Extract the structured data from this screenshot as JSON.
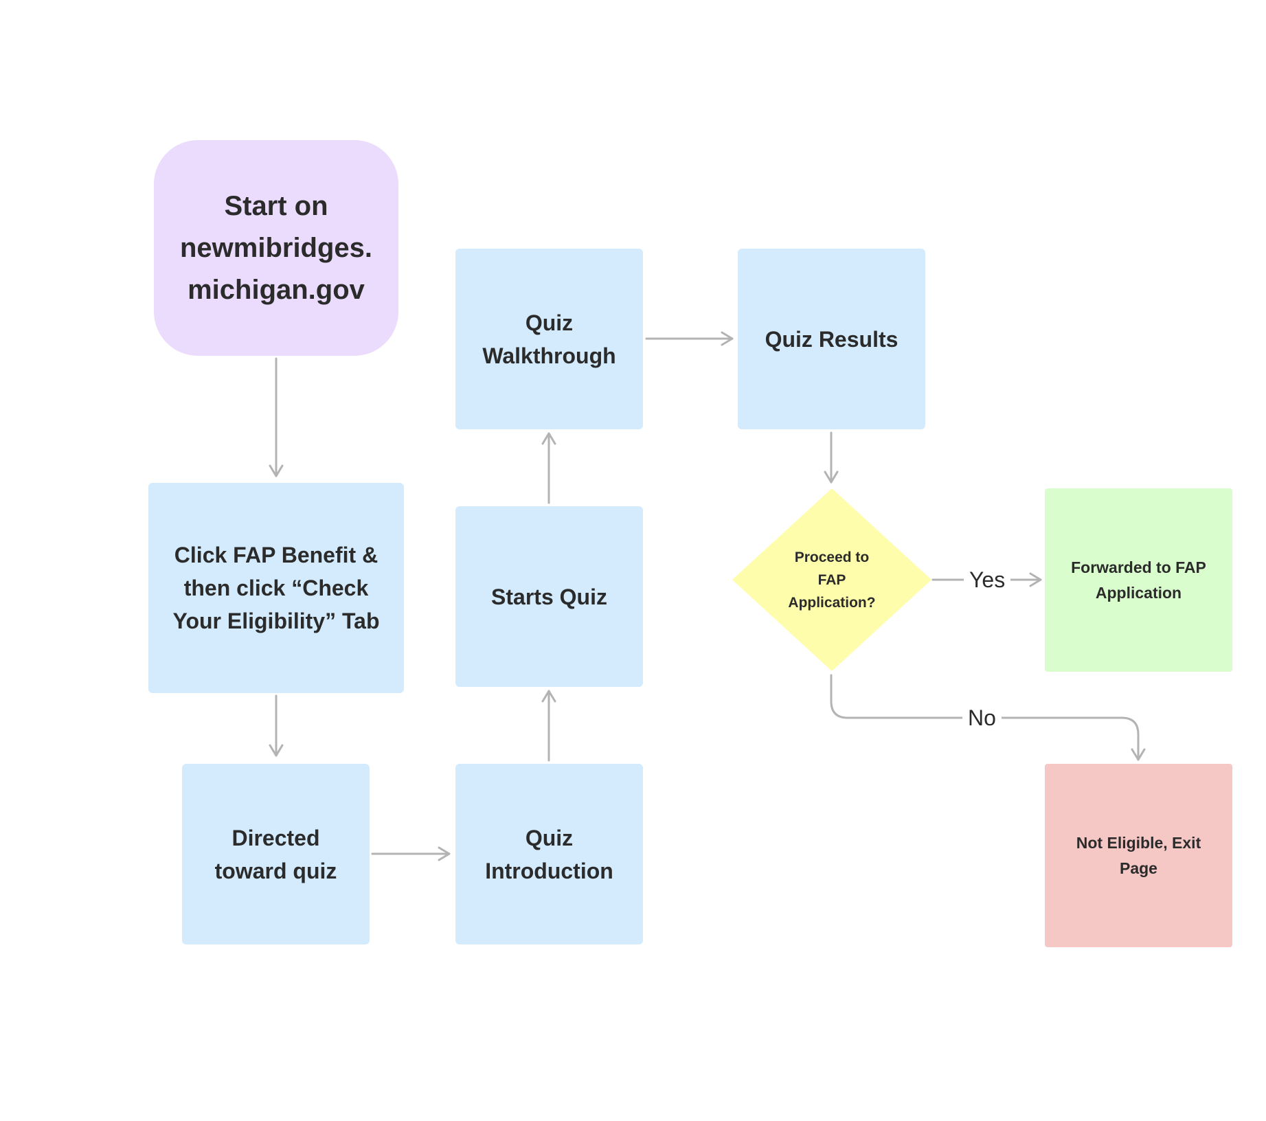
{
  "colors": {
    "start_fill": "#ebdcfd",
    "process_fill": "#d3ebfd",
    "decision_fill": "#fdfdab",
    "yes_outcome_fill": "#d9fdcd",
    "no_outcome_fill": "#f5c8c6",
    "connector": "#b3b3b3",
    "text": "#2b2b2b"
  },
  "nodes": {
    "start": "Start on\nnewmibridges.\nmichigan.gov",
    "click_fap": "Click FAP Benefit &\nthen click “Check\nYour Eligibility” Tab",
    "directed": "Directed\ntoward quiz",
    "quiz_intro": "Quiz\nIntroduction",
    "starts_quiz": "Starts Quiz",
    "quiz_walkthrough": "Quiz\nWalkthrough",
    "quiz_results": "Quiz Results",
    "decision": "Proceed to\nFAP\nApplication?",
    "forwarded": "Forwarded to FAP\nApplication",
    "not_eligible": "Not Eligible, Exit\nPage"
  },
  "edge_labels": {
    "yes": "Yes",
    "no": "No"
  }
}
